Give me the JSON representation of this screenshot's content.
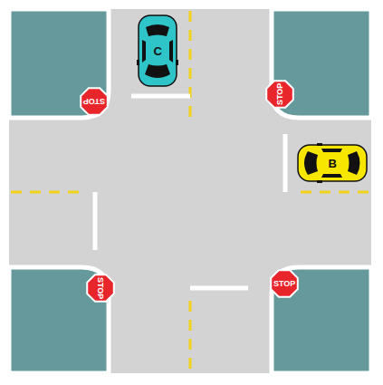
{
  "diagram": {
    "nodes": [
      {
        "text": [
          "C"
        ]
      },
      {
        "text": [
          "STOP"
        ]
      },
      {
        "text": [
          "STOP"
        ]
      },
      {
        "text": [
          "B"
        ]
      },
      {
        "text": [
          "STOP"
        ]
      },
      {
        "text": [
          "STOP"
        ]
      }
    ]
  }
}
